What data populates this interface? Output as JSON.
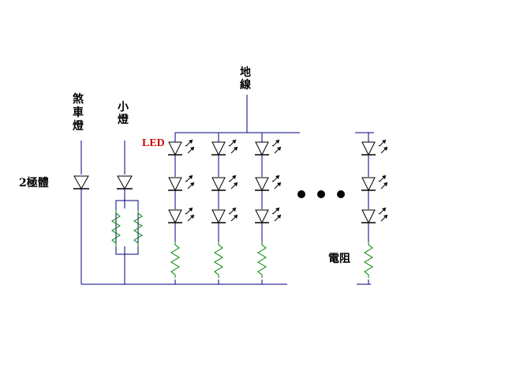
{
  "labels": {
    "ground": "地線",
    "brake_light": "煞車燈",
    "small_light": "小燈",
    "diode": "2極體",
    "led": "LED",
    "resistor": "電阻"
  },
  "colors": {
    "wire": "#000080",
    "resistor": "#008000",
    "led_label": "#cc0000",
    "parallel_box": "#000080",
    "ellipsis_dots": "#000000",
    "background": "#ffffff"
  },
  "circuit": {
    "led_columns_shown": 4,
    "leds_per_column": 3,
    "resistors_per_column": 1,
    "ellipsis_dot_count": 3
  }
}
